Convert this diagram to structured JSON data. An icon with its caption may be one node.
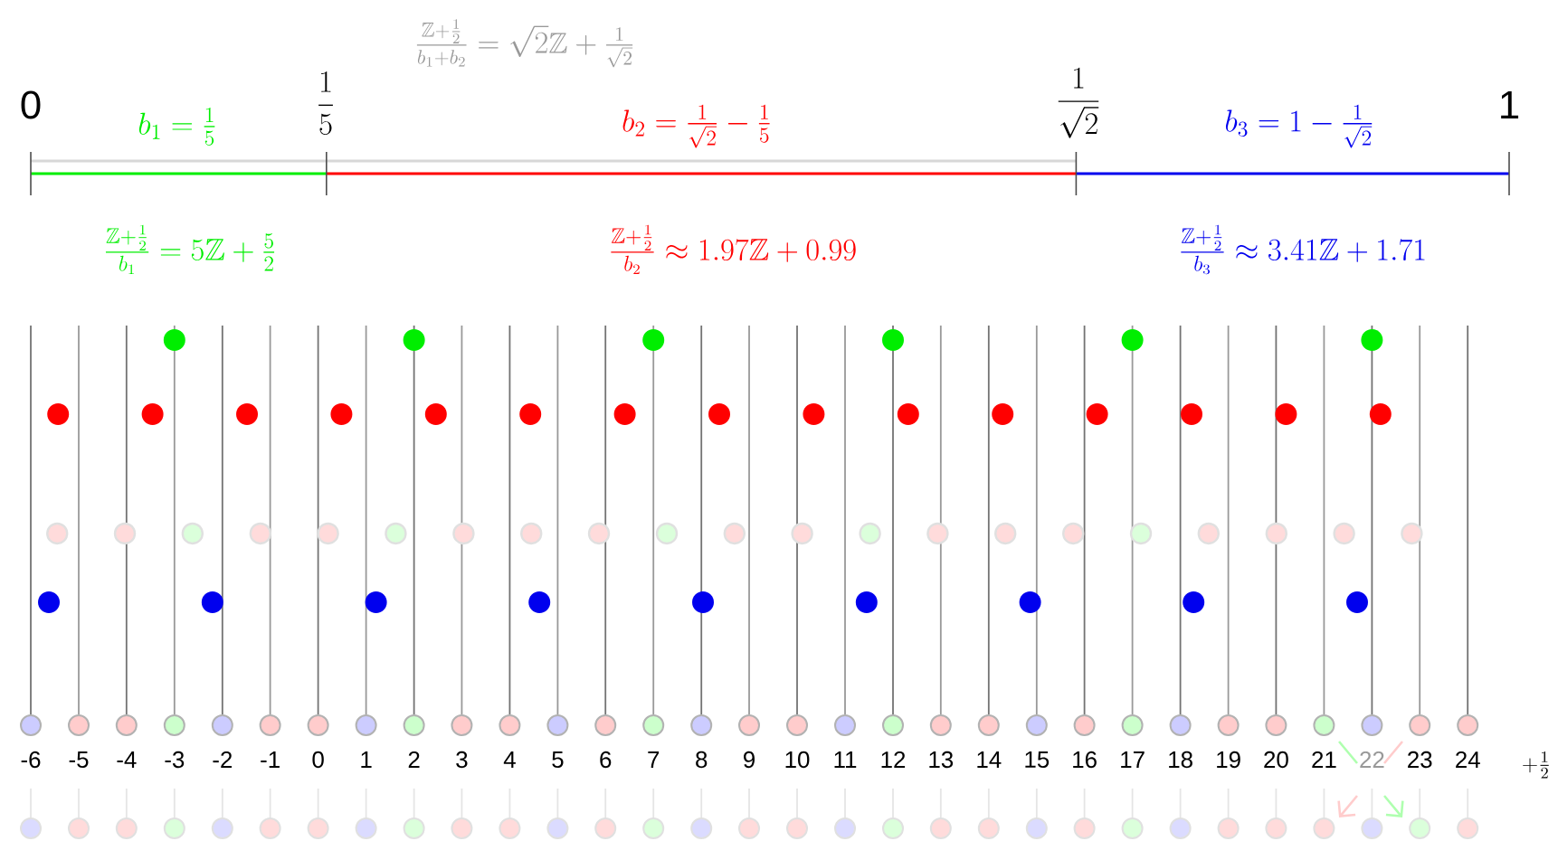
{
  "diagram": {
    "labels": [
      "\\frac{\\mathbb{Z}+\\frac{1}{2}}{b_1+b_2} = \\sqrt{2}\\mathbb{Z}+\\frac{1}{\\sqrt{2}}",
      "0",
      "\\frac{1}{5}",
      "\\frac{1}{\\sqrt{2}}",
      "1",
      "b_1 = \\frac{1}{5}",
      "b_2 = \\frac{1}{\\sqrt{2}} - \\frac{1}{5}",
      "b_3 = 1 - \\frac{1}{\\sqrt{2}}",
      "\\frac{\\mathbb{Z}+\\frac{1}{2}}{b_1} = 5\\mathbb{Z}+\\frac{5}{2}",
      "\\frac{\\mathbb{Z}+\\frac{1}{2}}{b_2} \\approx 1.97\\mathbb{Z}+0.99",
      "\\frac{\\mathbb{Z}+\\frac{1}{2}}{b_3} \\approx 3.41\\mathbb{Z}+1.71",
      "-6",
      "-5",
      "-4",
      "-3",
      "-2",
      "-1",
      "0",
      "1",
      "2",
      "3",
      "4",
      "5",
      "6",
      "7",
      "8",
      "9",
      "10",
      "11",
      "12",
      "13",
      "14",
      "15",
      "16",
      "17",
      "18",
      "19",
      "20",
      "21",
      "22",
      "23",
      "24",
      "+\\frac{1}{2}"
    ]
  }
}
